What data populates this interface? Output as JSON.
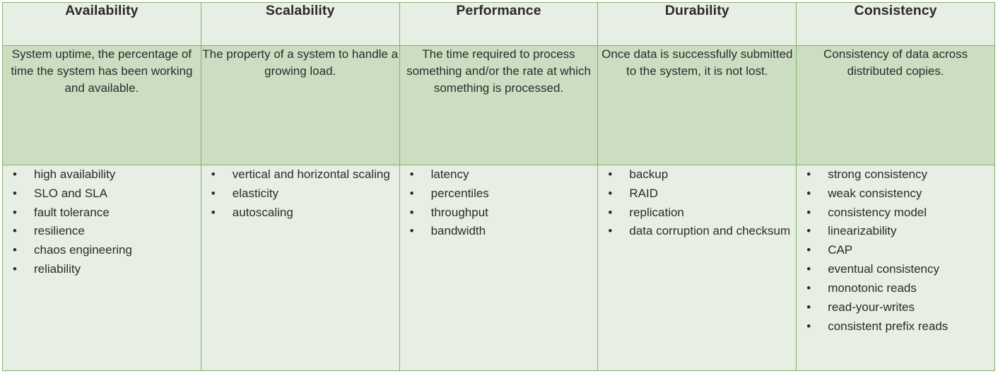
{
  "table": {
    "columns": [
      {
        "header": "Availability",
        "description": "System uptime, the percentage of time the system has been working and available.",
        "bullets": [
          "high availability",
          "SLO and SLA",
          "fault tolerance",
          "resilience",
          "chaos engineering",
          "reliability"
        ]
      },
      {
        "header": "Scalability",
        "description": "The property of a system to handle a growing load.",
        "bullets": [
          "vertical and horizontal scaling",
          "elasticity",
          "autoscaling"
        ]
      },
      {
        "header": "Performance",
        "description": "The time required to process something and/or the rate at which something is processed.",
        "bullets": [
          "latency",
          "percentiles",
          "throughput",
          "bandwidth"
        ]
      },
      {
        "header": "Durability",
        "description": "Once data is successfully submitted to the system, it is not lost.",
        "bullets": [
          "backup",
          "RAID",
          "replication",
          "data corruption and checksum"
        ]
      },
      {
        "header": "Consistency",
        "description": "Consistency of data across distributed copies.",
        "bullets": [
          "strong consistency",
          "weak consistency",
          "consistency model",
          "linearizability",
          "CAP",
          "eventual consistency",
          "monotonic reads",
          "read-your-writes",
          "consistent prefix reads"
        ]
      }
    ],
    "bullet_glyph": "•",
    "colors": {
      "border": "#86b06b",
      "header_background": "#e7eee3",
      "description_background": "#ccdec2",
      "bullets_background": "#e7eee3",
      "text": "#2b2b2b"
    }
  }
}
